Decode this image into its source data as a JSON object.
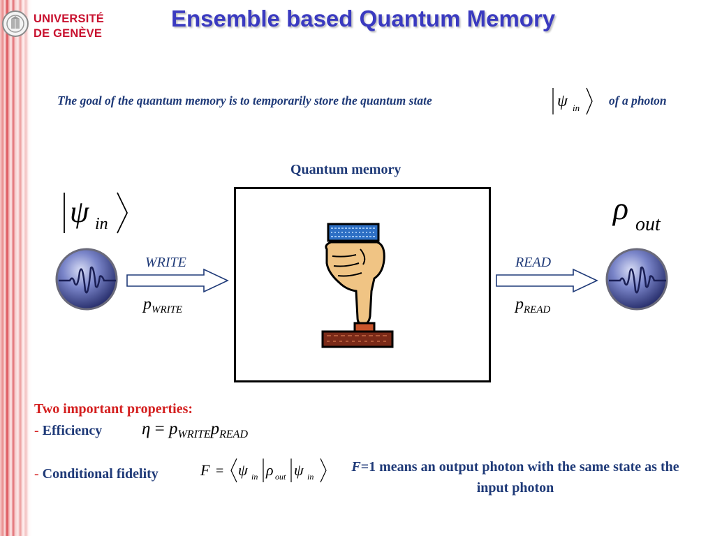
{
  "logo": {
    "line1": "UNIVERSITÉ",
    "line2": "DE GENÈVE"
  },
  "title": "Ensemble based Quantum Memory",
  "goal": {
    "before": "The goal of the quantum memory is to temporarily store the quantum state",
    "after": "of a photon",
    "state": {
      "symbol": "ψ",
      "subscript": "in"
    }
  },
  "diagram": {
    "memory_label": "Quantum memory",
    "input_state": {
      "symbol": "ψ",
      "subscript": "in"
    },
    "output_state": {
      "symbol": "ρ",
      "subscript": "out"
    },
    "write": {
      "label": "WRITE",
      "p": "p",
      "sub": "WRITE"
    },
    "read": {
      "label": "READ",
      "p": "p",
      "sub": "READ"
    }
  },
  "properties": {
    "heading": "Two important properties:",
    "dash": "-",
    "efficiency_label": "Efficiency",
    "efficiency_formula": {
      "eta": "η",
      "eq": "=",
      "p1": "p",
      "s1": "WRITE",
      "p2": "p",
      "s2": "READ"
    },
    "fidelity_label": "Conditional fidelity",
    "fidelity_formula": {
      "F": "F",
      "eq": "=",
      "psi": "ψ",
      "rho": "ρ",
      "in": "in",
      "out": "out"
    },
    "fidelity_note": {
      "F": "F",
      "rest": "=1 means an output photon with the same state as the input photon"
    }
  },
  "colors": {
    "title": "#3a3ac0",
    "text_blue": "#1f3a78",
    "red": "#d41f1f",
    "logo_red": "#c8102e"
  }
}
